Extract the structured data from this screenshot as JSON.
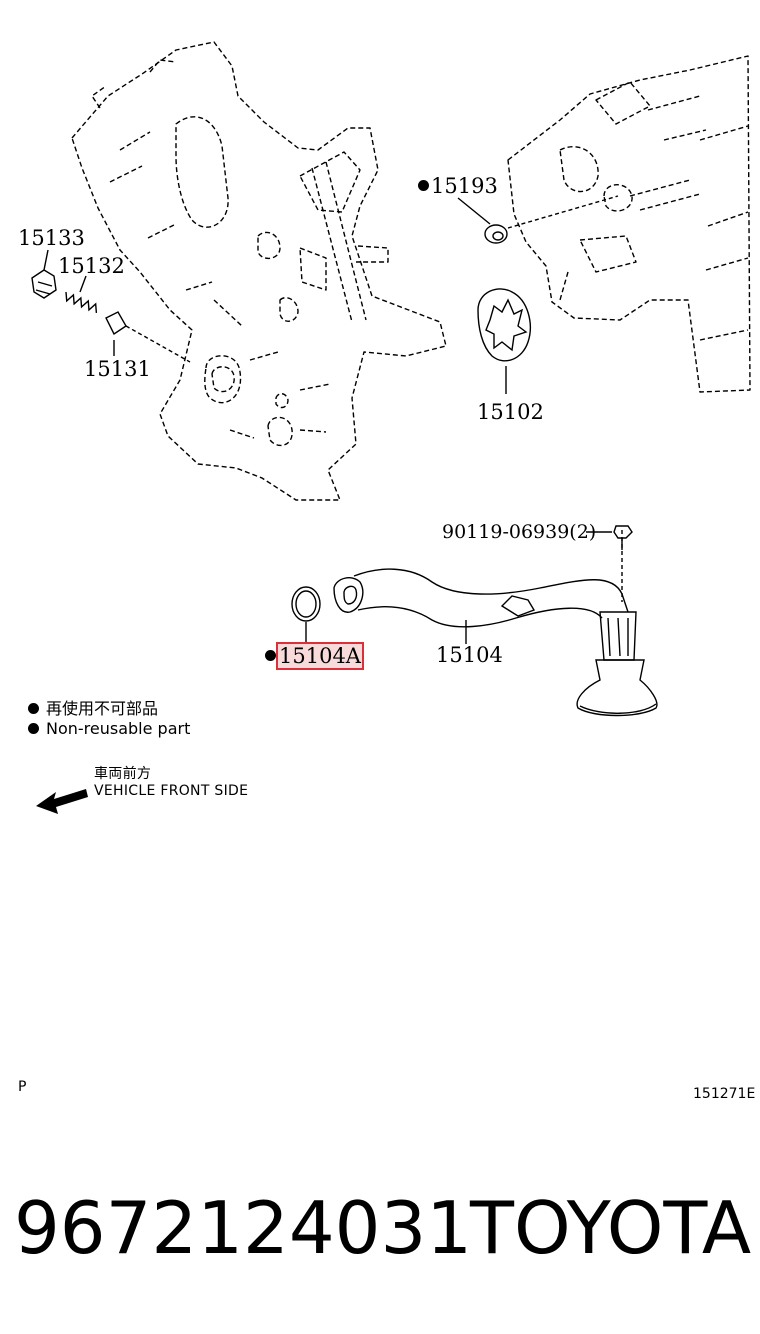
{
  "callouts": {
    "c15133": "15133",
    "c15132": "15132",
    "c15131": "15131",
    "c15193": "15193",
    "c15102": "15102",
    "c90119": "90119-06939(2)",
    "c15104A": "15104A",
    "c15104": "15104"
  },
  "legend": {
    "jp": "再使用不可部品",
    "en": "Non-reusable part"
  },
  "direction": {
    "jp": "車両前方",
    "en": "VEHICLE FRONT SIDE"
  },
  "footer": {
    "left_code": "P",
    "right_code": "151271E"
  },
  "product": {
    "part_number": "9672124031",
    "brand": "TOYOTA"
  },
  "colors": {
    "highlight": "#d9303a",
    "ink": "#000000"
  }
}
